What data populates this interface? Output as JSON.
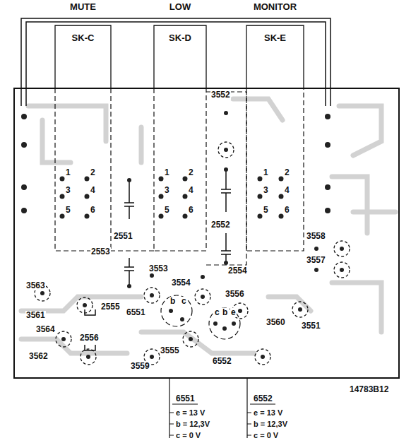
{
  "diagram": {
    "nodes": [
      {
        "text": [
          "MUTE",
          "SK-C"
        ]
      },
      {
        "text": [
          "LOW",
          "SK-D"
        ]
      },
      {
        "text": [
          "MONITOR",
          "SK-E"
        ]
      }
    ],
    "labels": [
      "3552",
      "1",
      "2",
      "3",
      "4",
      "5",
      "6",
      "1",
      "2",
      "3",
      "4",
      "5",
      "6",
      "1",
      "2",
      "3",
      "4",
      "5",
      "6",
      "2552",
      "2551",
      "3558",
      "3557",
      "2553",
      "3553",
      "2554",
      "3554",
      "3563",
      "3556",
      "3561",
      "2555",
      "6551",
      "b",
      "c",
      "3551",
      "3560",
      "c",
      "b",
      "e",
      "3564",
      "2556",
      "3562",
      "3555",
      "3559",
      "6552",
      "14783B12",
      "6551",
      "e = 13 V",
      "b = 12,3V",
      "c = 0 V",
      "6552",
      "e = 13 V",
      "b = 12,3V",
      "c = 0 V"
    ]
  }
}
